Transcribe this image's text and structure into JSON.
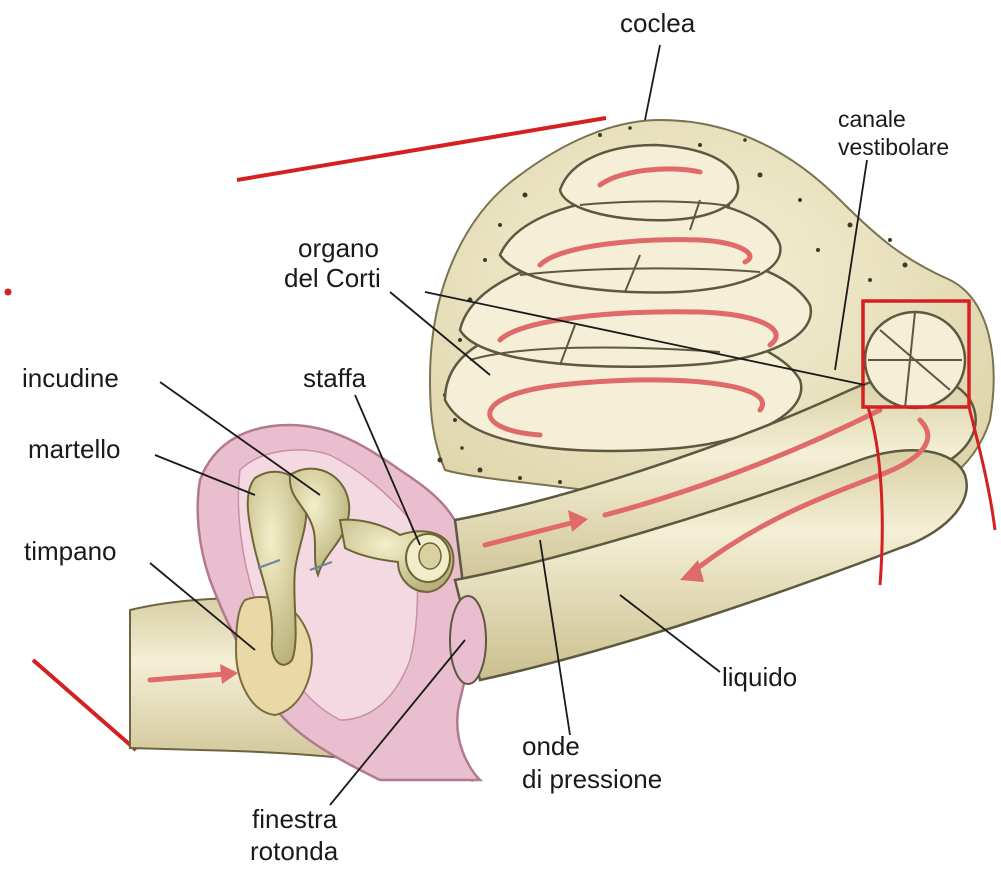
{
  "labels": {
    "coclea": "coclea",
    "canale_line1": "canale",
    "canale_line2": "vestibolare",
    "organo_line1": "organo",
    "organo_line2": "del Corti",
    "incudine": "incudine",
    "staffa": "staffa",
    "martello": "martello",
    "timpano": "timpano",
    "liquido": "liquido",
    "onde_line1": "onde",
    "onde_line2": "di pressione",
    "finestra_line1": "finestra",
    "finestra_line2": "rotonda"
  },
  "colors": {
    "bone": "#efe9c8",
    "bone_dark": "#c9c29a",
    "bone_edge": "#5d5840",
    "pink": "#e9bfcf",
    "pink_edge": "#b27a90",
    "flow_arrow": "#e06a6a",
    "annotation_red": "#d42020"
  }
}
